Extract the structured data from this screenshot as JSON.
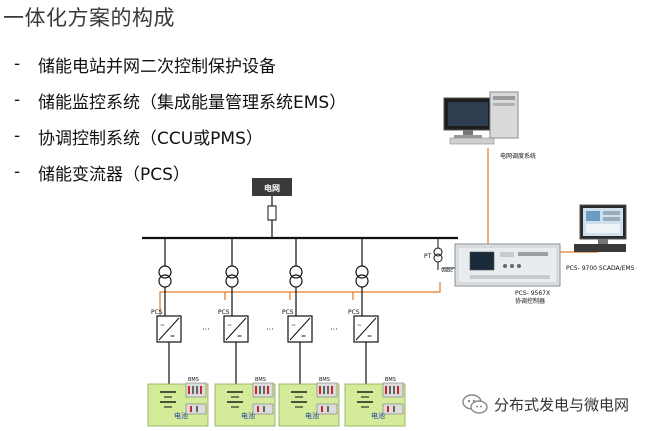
{
  "title": "一体化方案的构成",
  "bullets": [
    "储能电站并网二次控制保护设备",
    "储能监控系统（集成能量管理系统EMS）",
    "协调控制系统（CCU或PMS）",
    "储能变流器（PCS）"
  ],
  "bullet_marker": "-",
  "diagram": {
    "grid_label": "电网",
    "pt_label": "PT",
    "dispatch_label": "电网调度系统",
    "scada_label": "PCS- 9700 SCADA/EMS",
    "controller_label_line1": "PCS- 9567X",
    "controller_label_line2": "协调控制器",
    "vabc_label": "Vabc",
    "pcs_label": "PCS",
    "ems_label": "BMS",
    "battery_label": "电池",
    "ellipsis": "···"
  },
  "watermark": "分布式发电与微电网",
  "colors": {
    "battery_fill": "#d4ec9a",
    "comm_line": "#e07a2a",
    "grid_box": "#3a3a3a"
  }
}
